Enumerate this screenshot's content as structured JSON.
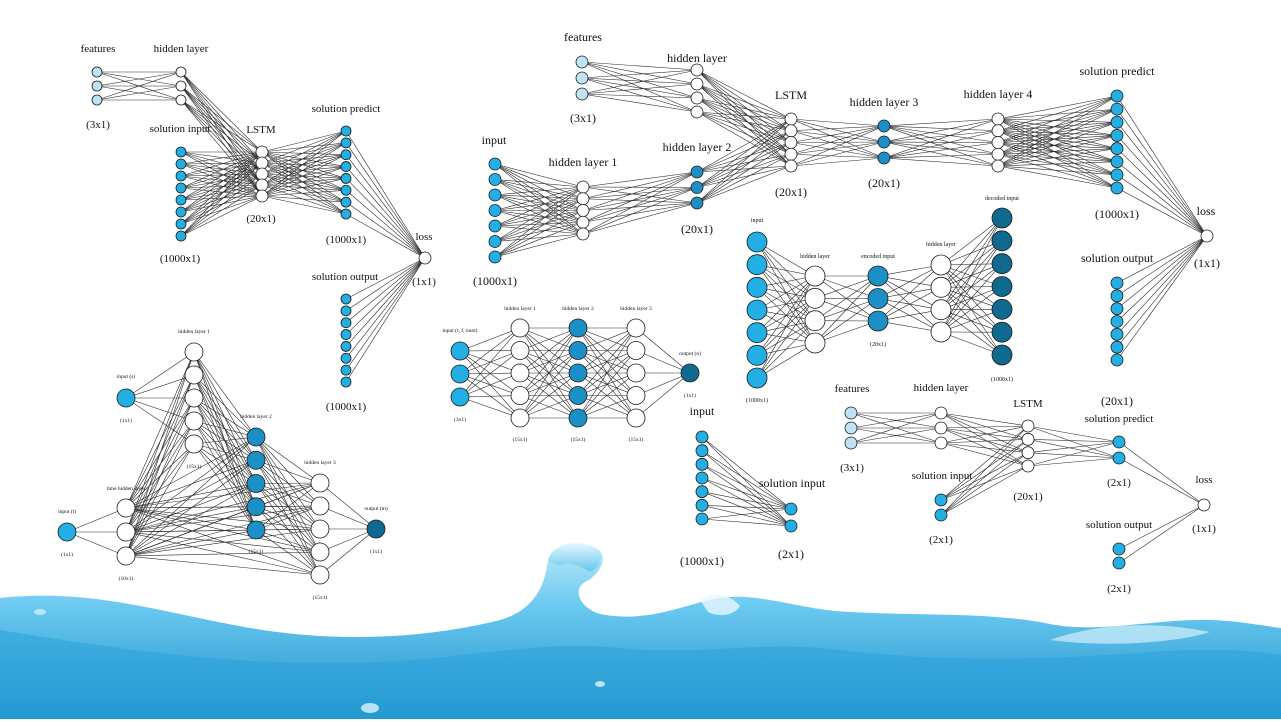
{
  "colors": {
    "white": "#ffffff",
    "pale": "#bfe3f4",
    "light": "#23aee4",
    "mid": "#1b8fc6",
    "dark": "#106a8f",
    "water_top": "#8fd6f2",
    "water_bottom": "#1c8fc9"
  },
  "diagrams": [
    {
      "id": "net-1",
      "labels": {
        "features": "features",
        "hidden": "hidden layer",
        "solution_input": "solution input",
        "lstm": "LSTM",
        "solution_predict": "solution predict",
        "solution_output": "solution output",
        "loss": "loss",
        "dim_features": "(3x1)",
        "dim_solution_input": "(1000x1)",
        "dim_lstm": "(20x1)",
        "dim_predict": "(1000x1)",
        "dim_output": "(1000x1)",
        "dim_loss": "(1x1)"
      }
    },
    {
      "id": "net-2",
      "labels": {
        "features": "features",
        "hidden": "hidden layer",
        "input": "input",
        "hidden1": "hidden layer 1",
        "hidden2": "hidden layer 2",
        "lstm": "LSTM",
        "hidden3": "hidden layer 3",
        "hidden4": "hidden layer 4",
        "solution_predict": "solution predict",
        "solution_output": "solution output",
        "loss": "loss",
        "dim_features": "(3x1)",
        "dim_input": "(1000x1)",
        "dim_h2": "(20x1)",
        "dim_lstm": "(20x1)",
        "dim_h3": "(20x1)",
        "dim_predict": "(1000x1)",
        "dim_loss": "(1x1)",
        "dim_output": "(20x1)"
      }
    },
    {
      "id": "autoencoder",
      "labels": {
        "input": "input",
        "hidden_a": "hidden layer",
        "encoded": "encoded input",
        "hidden_b": "hidden layer",
        "decoded": "decoded input",
        "dim_input": "(1000x1)",
        "dim_encoded": "(20x1)",
        "dim_decoded": "(1000x1)"
      }
    },
    {
      "id": "mlp-small",
      "labels": {
        "input": "input (t, f, num)",
        "h1": "hidden layer 1",
        "h2": "hidden layer 2",
        "h3": "hidden layer 3",
        "output": "output (n)",
        "dim_input": "(3x1)",
        "dim_h1": "(15x1)",
        "dim_h2": "(15x1)",
        "dim_h3": "(15x1)",
        "dim_output": "(1x1)"
      }
    },
    {
      "id": "mlp-time",
      "labels": {
        "input_s": "input (s)",
        "input_t": "input (t)",
        "time_hidden": "time hidden layer",
        "h1": "hidden layer 1",
        "h2": "hidden layer 2",
        "h3": "hidden layer 3",
        "output": "output (m)",
        "dim_input_s": "(1x1)",
        "dim_input_t": "(1x1)",
        "dim_time": "(10x1)",
        "dim_h1": "(15x1)",
        "dim_h2": "(15x1)",
        "dim_h3": "(15x1)",
        "dim_output": "(1x1)"
      }
    },
    {
      "id": "net-small-input",
      "labels": {
        "input": "input",
        "solution_input": "solution input",
        "dim_input": "(1000x1)",
        "dim_solution": "(2x1)"
      }
    },
    {
      "id": "net-3",
      "labels": {
        "features": "features",
        "hidden": "hidden layer",
        "lstm": "LSTM",
        "solution_predict": "solution predict",
        "solution_input": "solution input",
        "solution_output": "solution output",
        "loss": "loss",
        "dim_features": "(3x1)",
        "dim_lstm": "(20x1)",
        "dim_predict": "(2x1)",
        "dim_solution_input": "(2x1)",
        "dim_loss": "(1x1)",
        "dim_output": "(2x1)"
      }
    }
  ]
}
